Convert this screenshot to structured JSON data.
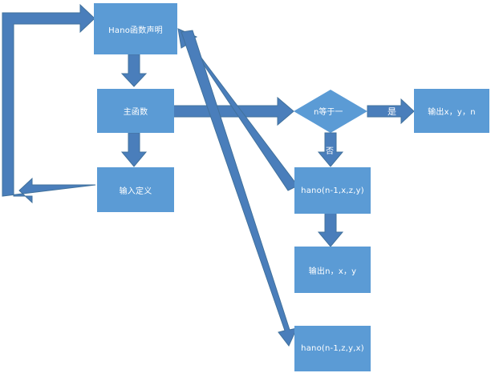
{
  "diagram": {
    "nodes": {
      "hano_decl": "Hano函数声明",
      "main_func": "主函数",
      "input_def": "输入定义",
      "n_eq_one": "n等于一",
      "output_xyn": "输出x，y，n",
      "hano_call1": "hano(n-1,x,z,y)",
      "output_nxy": "输出n，x，y",
      "hano_call2": "hano(n-1,z,y,x)"
    },
    "edge_labels": {
      "yes": "是",
      "no": "否"
    },
    "colors": {
      "box_fill": "#5b9bd5",
      "arrow_fill": "#4a7ebb",
      "arrow_stroke": "#41719c",
      "text": "#ffffff"
    }
  }
}
